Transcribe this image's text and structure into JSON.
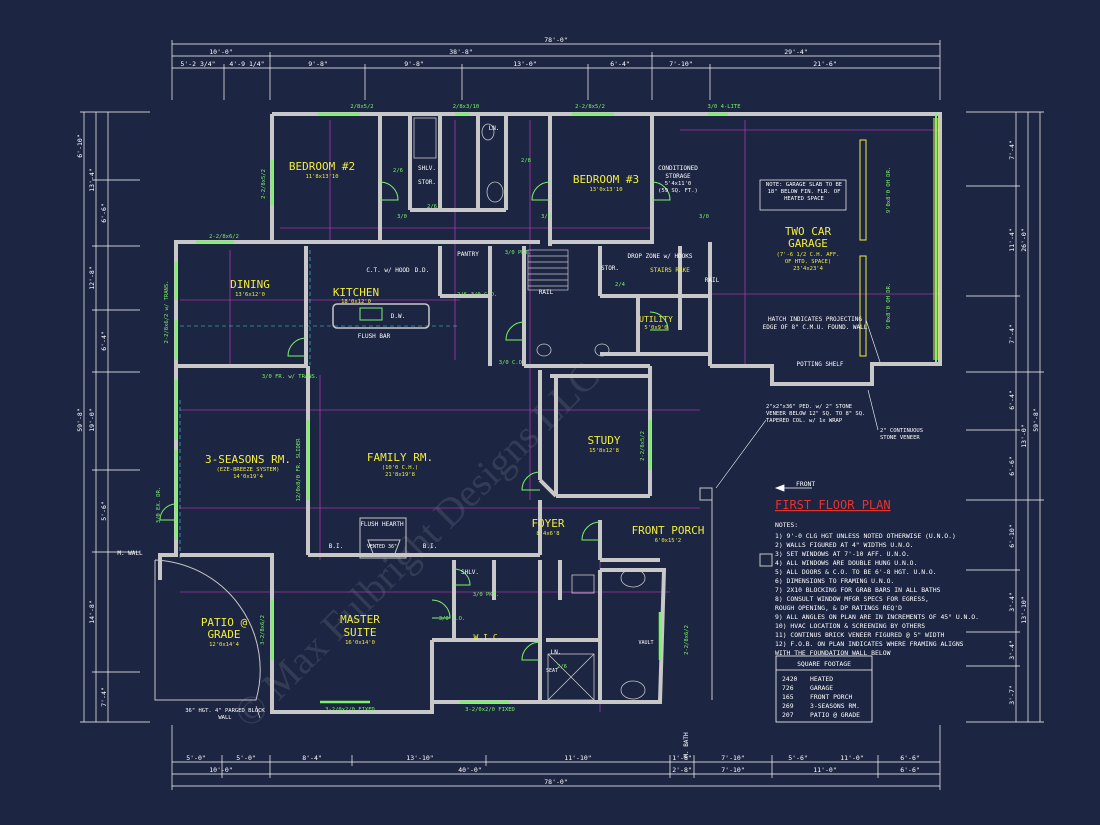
{
  "title": "FIRST FLOOR PLAN",
  "front_label": "FRONT",
  "watermark": "© Max Fulbright Designs LLC",
  "colors": {
    "background": "#1c2541",
    "wall": "#c8c8c8",
    "dim_line": "#ffffff",
    "magenta": "#e23ad6",
    "room_text": "#f2ee3c",
    "window_green": "#7cf26a",
    "title_red": "#e8322e",
    "cyan": "#4fd9e8"
  },
  "rooms": [
    {
      "name": "BEDROOM #2",
      "sub": "11'8x13'10"
    },
    {
      "name": "BEDROOM #3",
      "sub": "13'0x13'10"
    },
    {
      "name": "DINING",
      "sub": "13'6x12'0"
    },
    {
      "name": "KITCHEN",
      "sub": "18'0x12'0"
    },
    {
      "name": "FAMILY RM.",
      "sub": "(10'0 C.H.)",
      "sub2": "21'8x19'8"
    },
    {
      "name": "3-SEASONS RM.",
      "sub": "(EZE-BREEZE SYSTEM)",
      "sub2": "14'0x19'4"
    },
    {
      "name": "STUDY",
      "sub": "15'8x12'8"
    },
    {
      "name": "FOYER",
      "sub": "8'4x6'8"
    },
    {
      "name": "FRONT PORCH",
      "sub": "6'0x15'2"
    },
    {
      "name": "MASTER",
      "name2": "SUITE",
      "sub": "16'0x14'0"
    },
    {
      "name": "PATIO @",
      "name2": "GRADE",
      "sub": "12'0x14'4"
    },
    {
      "name": "W.I.C.",
      "sub": ""
    },
    {
      "name": "UTILITY",
      "sub": "5'0x9'0"
    },
    {
      "name": "TWO CAR",
      "name2": "GARAGE",
      "sub": "(7'-6 1/2 C.H. AFF.",
      "sub2": "OF HTD. SPACE)",
      "sub3": "23'4x23'4"
    },
    {
      "name": "CONDITIONED",
      "name2": "STORAGE",
      "sub": "5'4x11'0",
      "sub2": "(59 SQ. FT.)"
    }
  ],
  "small_labels": {
    "pantry": "PANTRY",
    "flush_bar": "FLUSH BAR",
    "dw": "D.W.",
    "ct_hood": "C.T. w/ HOOD",
    "dd": "D.D.",
    "drop_zone": "DROP ZONE w/ HOOKS",
    "stairs_rake": "STAIRS RAKE",
    "stor": "STOR.",
    "shlv": "SHLV.",
    "ln": "LN.",
    "rail": "RAIL",
    "flush_hearth": "FLUSH HEARTH",
    "vented": "VENTED 36\"",
    "bi": "B.I.",
    "potting_shelf": "POTTING SHELF",
    "seat": "SEAT",
    "vault": "VAULT",
    "m_wall": "M. WALL",
    "m_bath": "M. BATH",
    "garage_note": "NOTE: GARAGE SLAB TO BE 18\" BELOW FIN. FLR. OF HEATED SPACE",
    "hatch_note": "HATCH INDICATES PROJECTING EDGE OF 8\" C.M.U. FOUND. WALL",
    "porch_note": "2\"x2\"x36\" PED. w/ 2\" STONE VENEER BELOW 12\" SQ. TO 8\" SQ. TAPERED COL. w/ 1x WRAP",
    "stone_note": "2\" CONTINUOUS STONE VENEER",
    "block_wall": "36\" HGT. 4\" PARGED BLOCK WALL",
    "fixed1": "3-2/0x2/0 FIXED",
    "fixed2": "3-2/0x2/0 FIXED",
    "four_lite": "3/0 4-LITE",
    "garage_door": "9'0x8'0 OH DR."
  },
  "top_dims": {
    "overall": "78'-0\"",
    "row2": [
      "10'-0\"",
      "38'-8\"",
      "29'-4\""
    ],
    "row3": [
      "5'-2 3/4\"",
      "4'-9 1/4\"",
      "9'-8\"",
      "9'-8\"",
      "13'-0\"",
      "6'-4\"",
      "7'-10\"",
      "21'-6\""
    ]
  },
  "bottom_dims": {
    "row1": [
      "5'-0\"",
      "5'-0\"",
      "8'-4\"",
      "13'-10\"",
      "11'-10\"",
      "1'-8\"",
      "7'-10\"",
      "5'-6\"",
      "11'-0\"",
      "6'-6\""
    ],
    "row2": [
      "10'-0\"",
      "40'-0\"",
      "2'-8\"",
      "7'-10\"",
      "11'-0\"",
      "6'-6\""
    ],
    "overall": "78'-0\""
  },
  "left_dims": {
    "outer": [
      "6'-10\"",
      "13'-4\"",
      "6'-6\"",
      "12'-8\"",
      "6'-4\"",
      "19'-0\"",
      "5'-6\"",
      "14'-8\"",
      "7'-4\""
    ],
    "overall": "59'-8\""
  },
  "right_dims": {
    "outer": [
      "7'-4\"",
      "11'-4\"",
      "7'-4\"",
      "6'-4\"",
      "6'-6\"",
      "6'-10\"",
      "3'-4\"",
      "3'-4\"",
      "3'-7\""
    ],
    "mid": [
      "26'-0\"",
      "13'-0\"",
      "13'-10\""
    ],
    "overall": "59'-8\""
  },
  "notes_title": "NOTES:",
  "notes": [
    "1)  9'-0 CLG HGT UNLESS NOTED OTHERWISE (U.N.O.)",
    "2)  WALLS FIGURED AT 4\" WIDTHS U.N.O.",
    "3)  SET WINDOWS AT 7'-10 AFF. U.N.O.",
    "4)  ALL WINDOWS ARE DOUBLE HUNG U.N.O.",
    "5)  ALL DOORS & C.O. TO BE 6'-8 HGT. U.N.O.",
    "6)  DIMENSIONS TO FRAMING U.N.O.",
    "7)  2X10 BLOCKING FOR GRAB BARS IN ALL BATHS",
    "8)  CONSULT WINDOW MFGR SPECS FOR EGRESS,",
    "     ROUGH OPENING, & DP RATINGS REQ'D",
    "9)  ALL ANGLES ON PLAN ARE IN INCREMENTS OF 45° U.N.O.",
    "10) HVAC LOCATION & SCREENING BY OTHERS",
    "11) CONTINUS BRICK VENEER FIGURED @ 5\" WIDTH",
    "12) F.O.B. ON PLAN INDICATES WHERE FRAMING ALIGNS",
    "     WITH THE FOUNDATION WALL BELOW"
  ],
  "square_footage": {
    "title": "SQUARE FOOTAGE",
    "rows": [
      {
        "value": "2420",
        "label": "HEATED"
      },
      {
        "value": "726",
        "label": "GARAGE"
      },
      {
        "value": "165",
        "label": "FRONT PORCH"
      },
      {
        "value": "269",
        "label": "3-SEASONS RM."
      },
      {
        "value": "207",
        "label": "PATIO @ GRADE"
      }
    ]
  },
  "door_labels": [
    "3/0",
    "2/6",
    "2/4",
    "3/0",
    "2/6",
    "3/0",
    "2/8",
    "3/0 C.O.",
    "2/6",
    "3/0 PKT.",
    "3/0 C.O.",
    "3/0 FR. w/ TRANS.",
    "12/0x8/0 FR. SLIDER",
    "3/0 C.O.",
    "3/0 PKT.",
    "2/6",
    "3/0 EX. DR."
  ],
  "window_labels": [
    "2/8x5/2",
    "2/8x3/10",
    "2-2/8x5/2",
    "2-2/8x5/2",
    "2-2/8x6/2",
    "3-2/8x6/2",
    "2-2/8x6/2 w/ TRANS.",
    "2-2/8x5/2",
    "2-2/8x6/2"
  ]
}
